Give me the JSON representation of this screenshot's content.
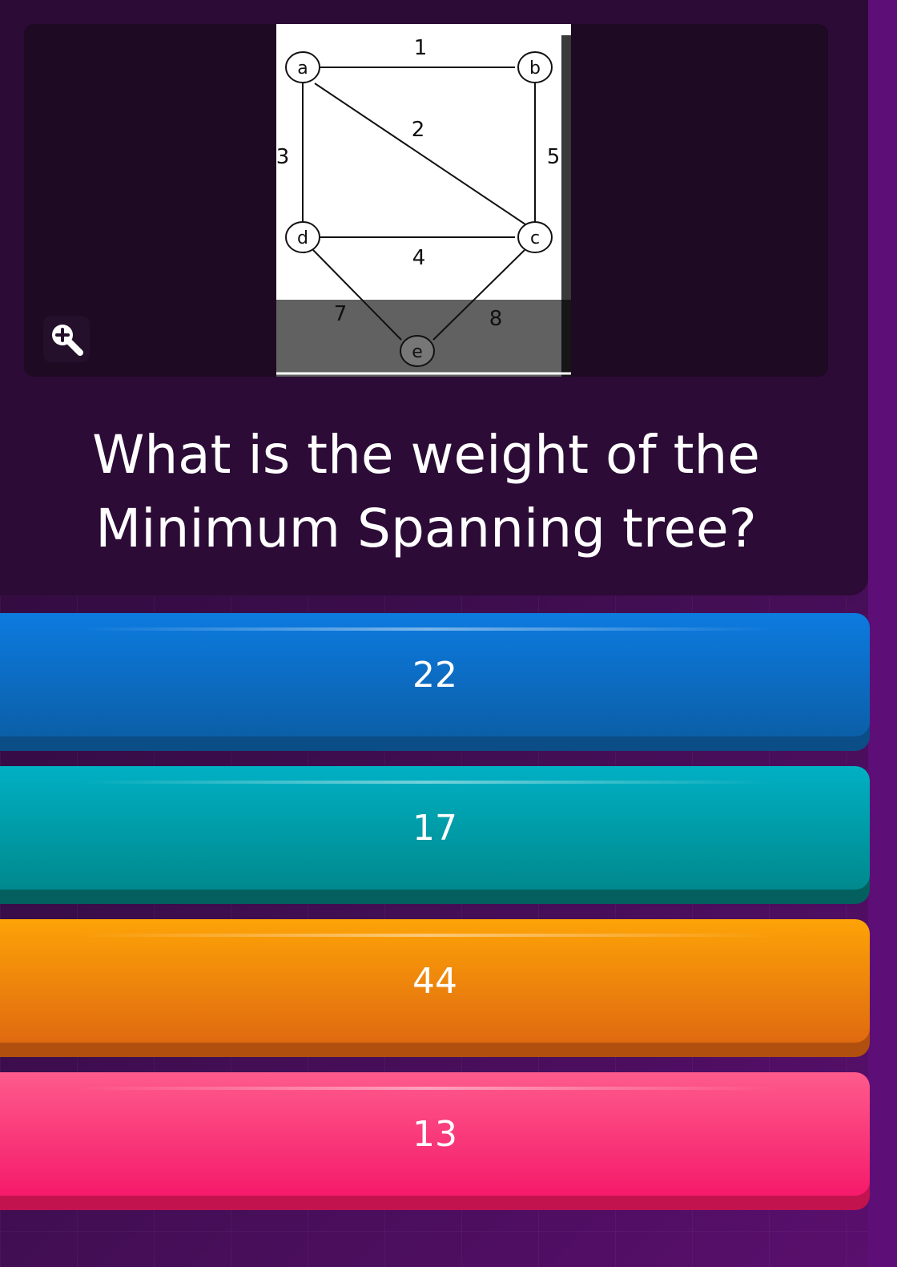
{
  "question": {
    "text": "What is the weight of the Minimum Spanning tree?"
  },
  "image": {
    "zoom_icon": "zoom-in-icon",
    "graph": {
      "nodes": [
        "a",
        "b",
        "c",
        "d",
        "e"
      ],
      "edge_weights": {
        "a_b": "1",
        "a_c": "2",
        "a_d": "3",
        "d_c": "4",
        "b_c": "5",
        "d_e": "7",
        "c_e": "8"
      }
    }
  },
  "options": [
    {
      "label": "22",
      "color": "#0d7be0"
    },
    {
      "label": "17",
      "color": "#00a2ad"
    },
    {
      "label": "44",
      "color": "#f48a0c"
    },
    {
      "label": "13",
      "color": "#fe4d82"
    }
  ]
}
